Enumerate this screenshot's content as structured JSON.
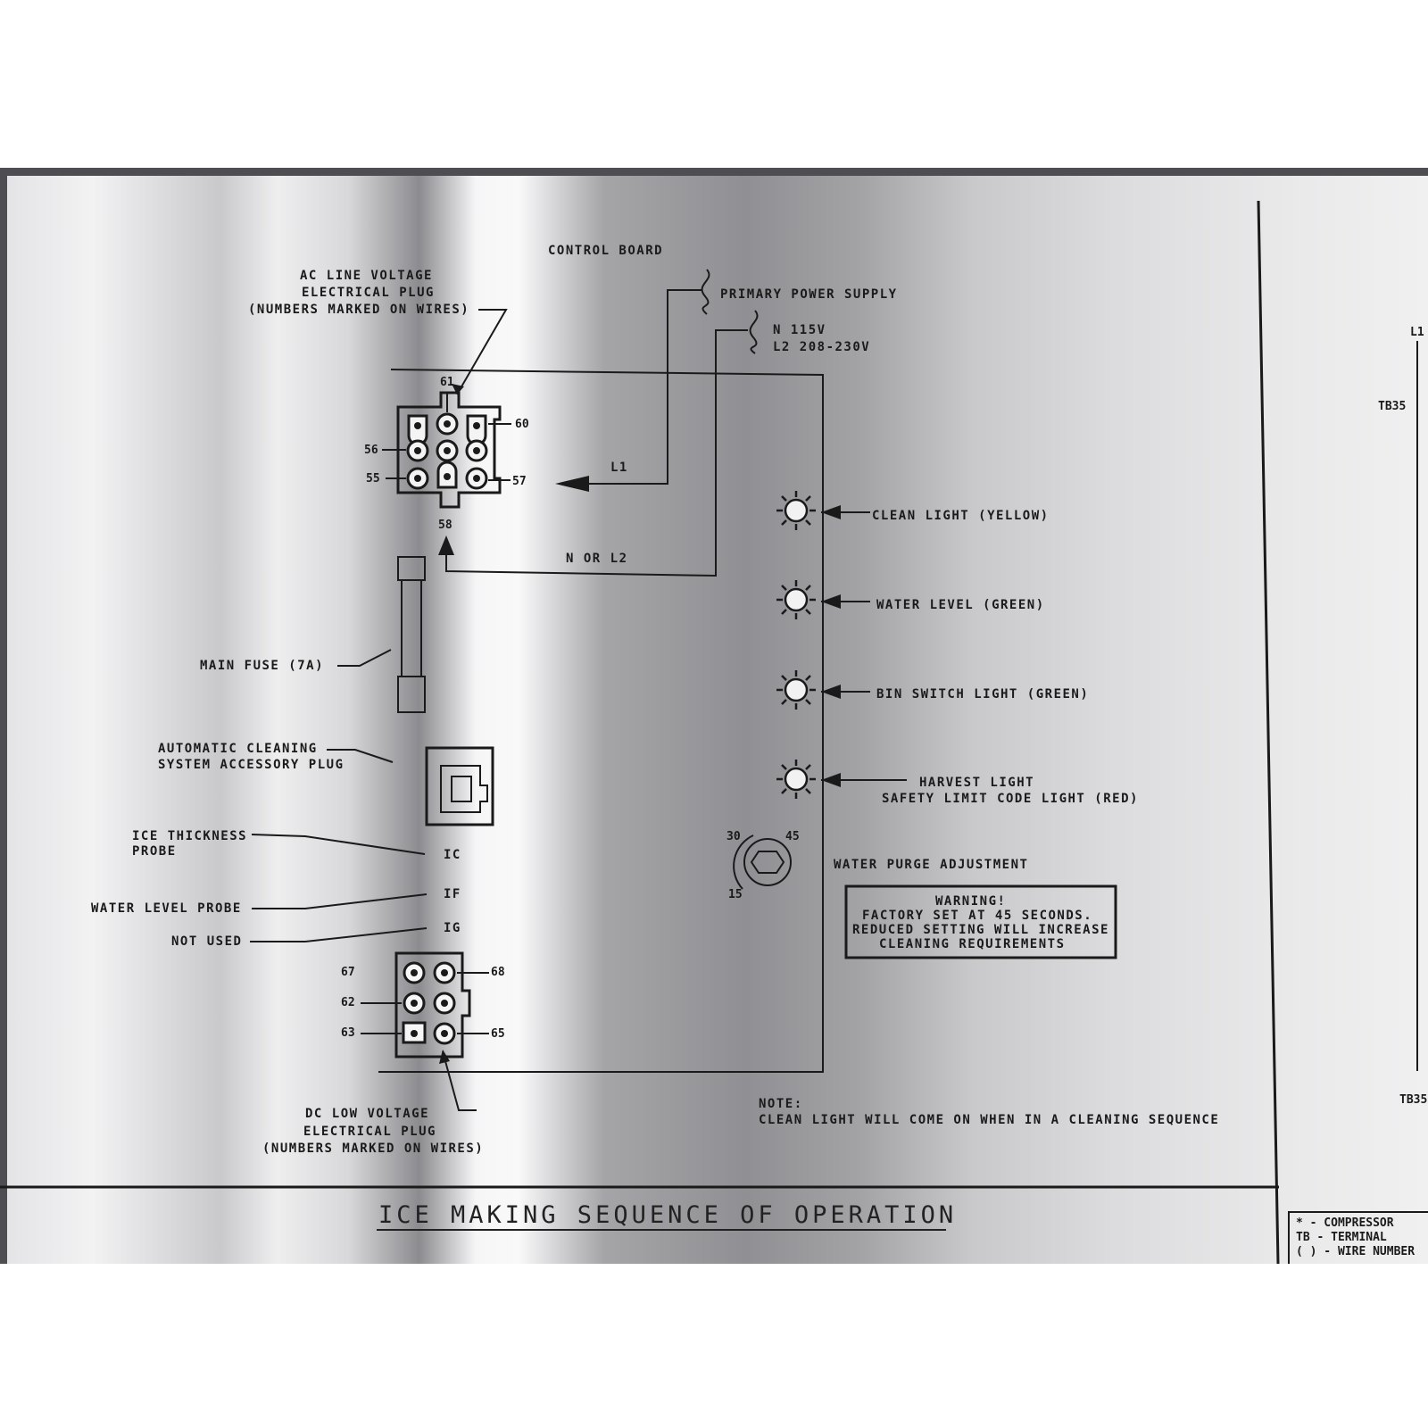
{
  "labels": {
    "control_board": "CONTROL BOARD",
    "ac_plug": [
      "AC LINE VOLTAGE",
      "ELECTRICAL PLUG",
      "(NUMBERS MARKED ON WIRES)"
    ],
    "primary_power": "PRIMARY POWER SUPPLY",
    "n_115v": "N 115V",
    "l2_voltage": "L2 208-230V",
    "l1": "L1",
    "n_or_l2": "N OR L2",
    "main_fuse": "MAIN FUSE (7A)",
    "accessory_plug": [
      "AUTOMATIC CLEANING",
      "SYSTEM ACCESSORY PLUG"
    ],
    "ice_probe": [
      "ICE THICKNESS",
      "PROBE"
    ],
    "water_probe": "WATER LEVEL PROBE",
    "not_used": "NOT USED",
    "terminal_ic": "IC",
    "terminal_if": "IF",
    "terminal_ig": "IG",
    "dc_plug": [
      "DC LOW VOLTAGE",
      "ELECTRICAL PLUG",
      "(NUMBERS MARKED ON WIRES)"
    ],
    "clean_light": "CLEAN LIGHT (YELLOW)",
    "water_level_light": "WATER LEVEL (GREEN)",
    "bin_switch_light": "BIN SWITCH LIGHT (GREEN)",
    "harvest_light": [
      "HARVEST LIGHT",
      "SAFETY LIMIT CODE LIGHT (RED)"
    ],
    "purge_adjustment": "WATER PURGE ADJUSTMENT",
    "dial_marks": [
      "30",
      "45",
      "15"
    ],
    "warning": [
      "WARNING!",
      "FACTORY SET AT 45 SECONDS.",
      "REDUCED SETTING WILL INCREASE",
      "CLEANING REQUIREMENTS"
    ],
    "note": [
      "NOTE:",
      "CLEAN LIGHT WILL COME ON WHEN IN A CLEANING SEQUENCE"
    ],
    "title": "ICE MAKING SEQUENCE OF OPERATION"
  },
  "ac_pins": [
    "61",
    "60",
    "56",
    "55",
    "57",
    "58"
  ],
  "dc_pins": [
    "67",
    "68",
    "62",
    "63",
    "65"
  ],
  "right_panel": {
    "l1": "L1",
    "tb35_top": "TB35",
    "tb35_bottom": "TB35",
    "legend": [
      "* - COMPRESSOR",
      "TB - TERMINAL",
      "( ) - WIRE NUMBER"
    ]
  }
}
